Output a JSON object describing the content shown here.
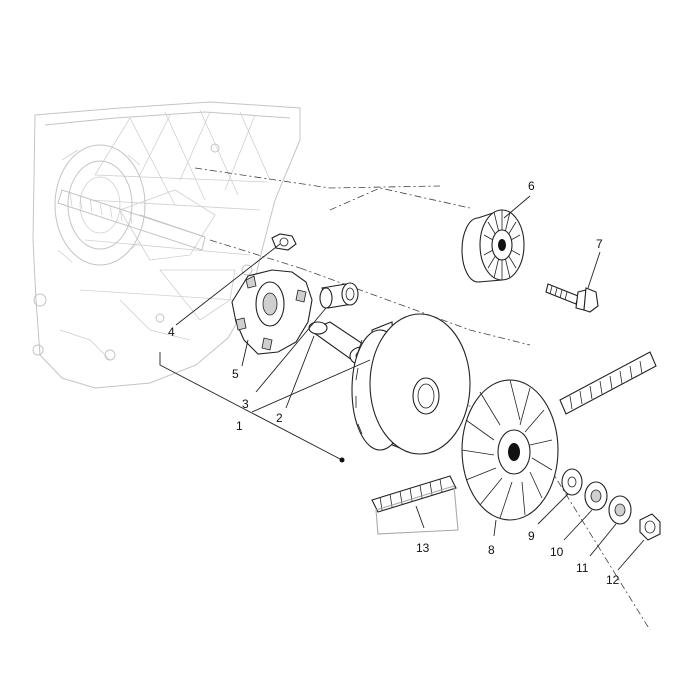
{
  "callouts": [
    {
      "id": "n1",
      "text": "1"
    },
    {
      "id": "n2",
      "text": "2"
    },
    {
      "id": "n3",
      "text": "3"
    },
    {
      "id": "n4",
      "text": "4"
    },
    {
      "id": "n5",
      "text": "5"
    },
    {
      "id": "n6",
      "text": "6"
    },
    {
      "id": "n7",
      "text": "7"
    },
    {
      "id": "n8",
      "text": "8"
    },
    {
      "id": "n9",
      "text": "9"
    },
    {
      "id": "n10",
      "text": "10"
    },
    {
      "id": "n11",
      "text": "11"
    },
    {
      "id": "n12",
      "text": "12"
    },
    {
      "id": "n13",
      "text": "13"
    }
  ]
}
